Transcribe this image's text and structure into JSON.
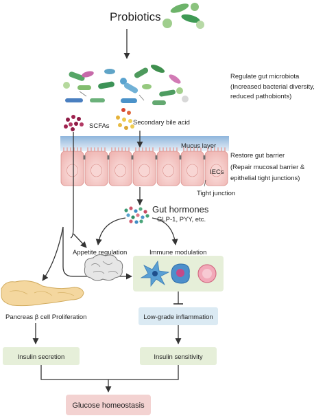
{
  "title": "Probiotics",
  "right_notes": {
    "microbiota": [
      "Regulate gut microbiota",
      "(Increased bacterial diversity,",
      "reduced pathobionts)"
    ],
    "barrier": [
      "Restore gut barrier",
      "(Repair mucosal barrier &",
      "epithelial tight junctions)"
    ]
  },
  "labels": {
    "scfas": "SCFAs",
    "secondary_bile_acid": "Secondary bile acid",
    "mucus_layer": "Mucus layer",
    "iecs": "IECs",
    "tight_junction": "Tight junction",
    "gut_hormones": "Gut hormones",
    "gut_hormones_examples": "GLP-1, PYY, etc.",
    "appetite_regulation": "Appetite regulation",
    "immune_modulation": "Immune modulation",
    "pancreas_beta": "Pancreas β cell Proliferation"
  },
  "boxes": {
    "low_grade_inflammation": "Low-grade inflammation",
    "insulin_secretion": "Insulin secretion",
    "insulin_sensitivity": "Insulin sensitivity",
    "glucose_homeostasis": "Glucose homeostasis"
  },
  "colors": {
    "green_box": "#e6efd9",
    "blue_box": "#dbeaf3",
    "pink_box": "#f3d2d1",
    "cell_fill": "#f4c6c4",
    "mucus": "#a9c8e4",
    "arrow": "#333333"
  }
}
